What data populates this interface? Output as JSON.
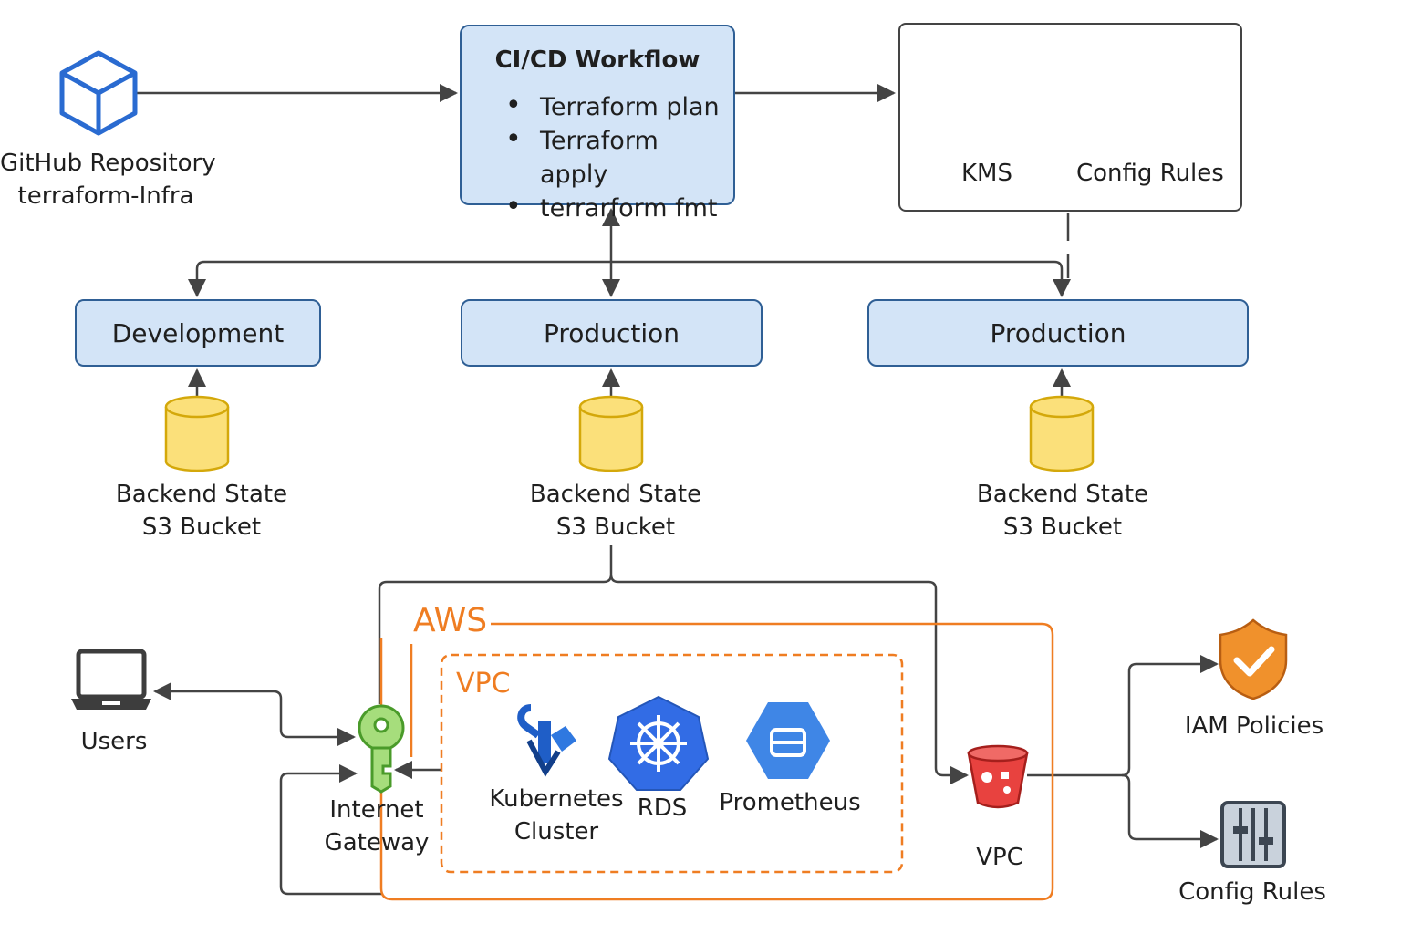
{
  "repo": {
    "line1": "GitHub Repository",
    "line2": "terraform-Infra"
  },
  "cicd": {
    "title": "CI/CD Workflow",
    "steps": [
      "Terraform plan",
      "Terraform apply",
      "terrarform fmt"
    ]
  },
  "security": {
    "kms": "KMS",
    "config_rules": "Config Rules"
  },
  "environments": [
    "Development",
    "Production",
    "Production"
  ],
  "backend": {
    "line1": "Backend State",
    "line2": "S3 Bucket"
  },
  "aws": {
    "title": "AWS",
    "vpc_title": "VPC",
    "services": {
      "k8s_line1": "Kubernetes",
      "k8s_line2": "Cluster",
      "rds": "RDS",
      "prometheus": "Prometheus"
    },
    "vpc_label": "VPC"
  },
  "users": "Users",
  "gateway": {
    "line1": "Internet",
    "line2": "Gateway"
  },
  "iam": "IAM Policies",
  "config_rules_bottom": "Config Rules",
  "colors": {
    "box_fill": "#d3e4f7",
    "box_border": "#2f5f95",
    "aws_orange": "#ef7d22",
    "bucket_yellow": "#fbe07a",
    "arrow": "#444444"
  }
}
